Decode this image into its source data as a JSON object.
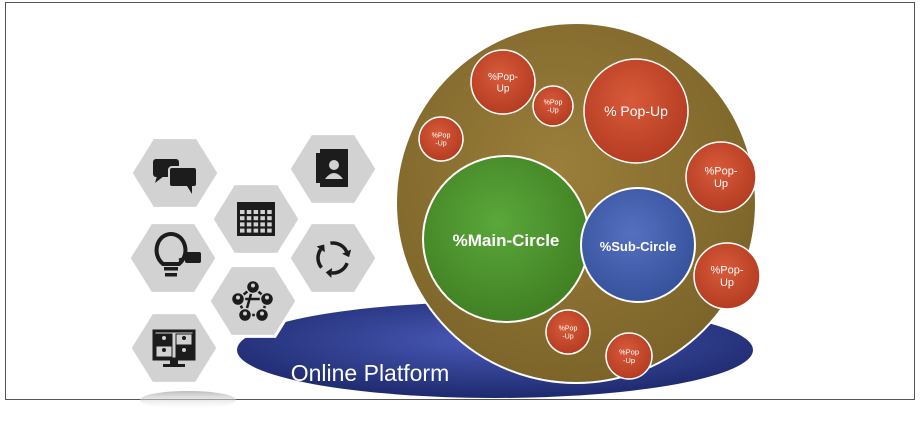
{
  "platform": {
    "label": "Online Platform",
    "color": "#2f3d8f"
  },
  "main_circle": {
    "label": "%Main-Circle",
    "color": "#4f9a2e"
  },
  "sub_circle": {
    "label": "%Sub-Circle",
    "color": "#4560b0"
  },
  "container_circle": {
    "color": "#8b7230"
  },
  "popups": [
    {
      "label": "%Pop-\nUp"
    },
    {
      "label": "%Pop\n-Up"
    },
    {
      "label": "% Pop-Up"
    },
    {
      "label": "%Pop\n-Up"
    },
    {
      "label": "%Pop-\nUp"
    },
    {
      "label": "%Pop-\nUp"
    },
    {
      "label": "%Pop\n-Up"
    },
    {
      "label": "%Pop\n-Up"
    }
  ],
  "popup_color": "#cc4a2c",
  "hexagon_color": "#d3d2d2",
  "icon_color": "#1c1c1c",
  "hexagons": [
    {
      "icon": "chat-bubbles-icon"
    },
    {
      "icon": "calendar-icon"
    },
    {
      "icon": "contact-book-icon"
    },
    {
      "icon": "lightbulb-idea-icon"
    },
    {
      "icon": "network-people-icon"
    },
    {
      "icon": "cycle-arrows-icon"
    },
    {
      "icon": "video-conference-icon"
    }
  ]
}
